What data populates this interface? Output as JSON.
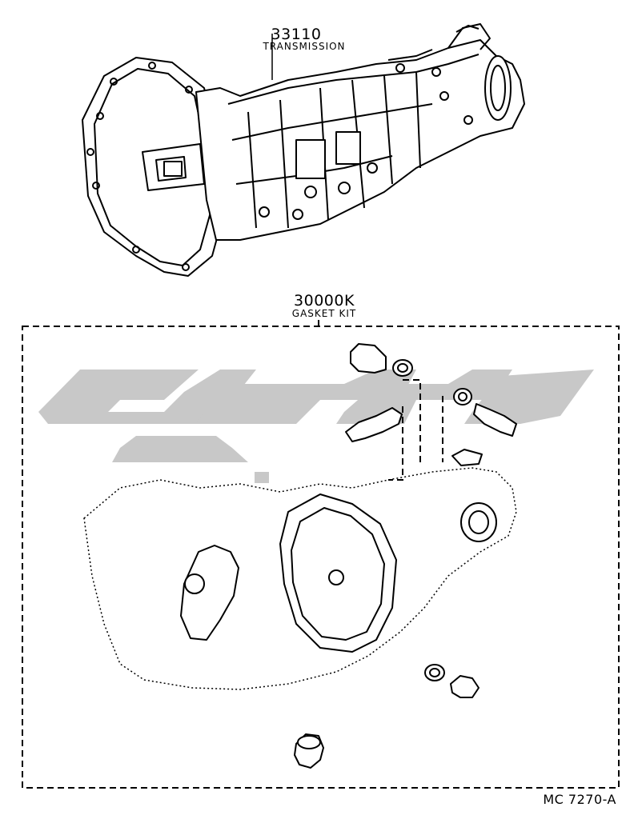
{
  "parts": [
    {
      "number": "33110",
      "name": "TRANSMISSION"
    },
    {
      "number": "30000K",
      "name": "GASKET KIT"
    }
  ],
  "diagram_code": "MC 7270-A"
}
